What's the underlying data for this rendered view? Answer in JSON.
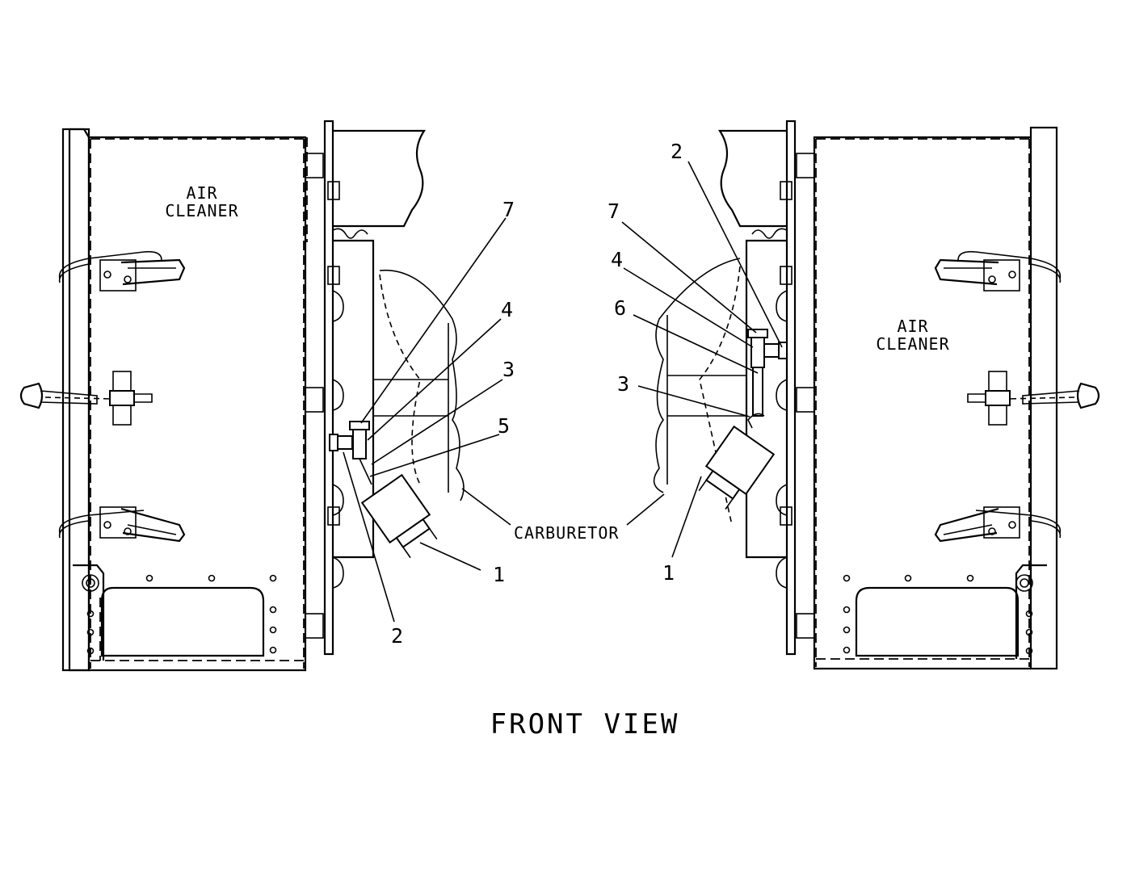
{
  "left_assembly": {
    "air_cleaner_line1": "AIR",
    "air_cleaner_line2": "CLEANER",
    "callouts": [
      "7",
      "4",
      "3",
      "5",
      "2",
      "1"
    ]
  },
  "right_assembly": {
    "air_cleaner_line1": "AIR",
    "air_cleaner_line2": "CLEANER",
    "callouts": [
      "2",
      "7",
      "4",
      "6",
      "3",
      "1"
    ]
  },
  "carburetor_label": "CARBURETOR",
  "view_title": "FRONT VIEW"
}
